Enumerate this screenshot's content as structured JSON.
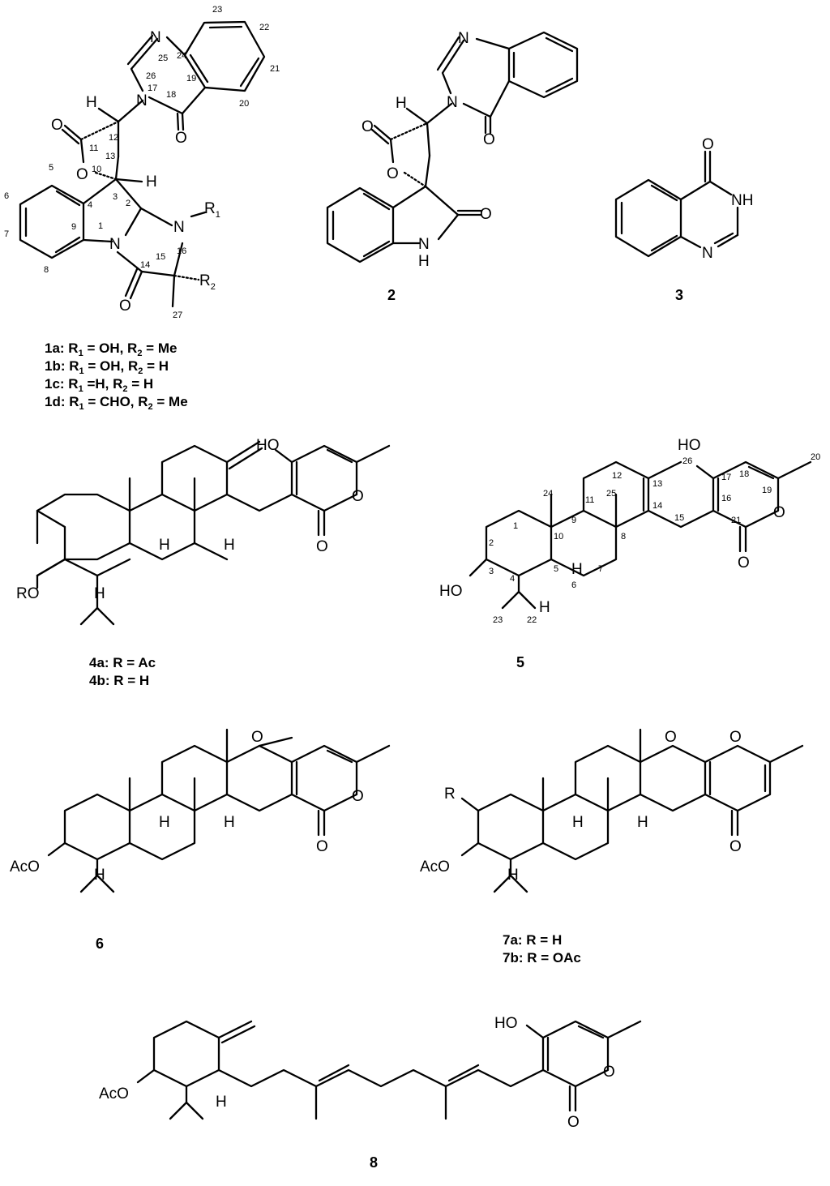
{
  "compounds": {
    "c1": {
      "atoms": {
        "N_top": "N",
        "N17": "N",
        "O18": "O",
        "H12": "H",
        "O11": "O",
        "O10": "O",
        "H2": "H",
        "N1": "N",
        "N16": "N",
        "R1": "R",
        "R1_sub": "1",
        "R2": "R",
        "R2_sub": "2",
        "O14": "O"
      },
      "numbering": {
        "n1": "1",
        "n2": "2",
        "n3": "3",
        "n4": "4",
        "n5": "5",
        "n6": "6",
        "n7": "7",
        "n8": "8",
        "n9": "9",
        "n10": "10",
        "n11": "11",
        "n12": "12",
        "n13": "13",
        "n14": "14",
        "n15": "15",
        "n16": "16",
        "n17": "17",
        "n18": "18",
        "n19": "19",
        "n20": "20",
        "n21": "21",
        "n22": "22",
        "n23": "23",
        "n24": "24",
        "n25": "25",
        "n26": "26",
        "n27": "27"
      },
      "variants": [
        {
          "id": "1a",
          "r1": "OH",
          "r2": "Me"
        },
        {
          "id": "1b",
          "r1": "OH",
          "r2": "H"
        },
        {
          "id": "1c",
          "r1": "H",
          "r2": "H"
        },
        {
          "id": "1d",
          "r1": "CHO",
          "r2": "Me"
        }
      ]
    },
    "c2": {
      "id": "2",
      "atoms": {
        "N_top": "N",
        "N_amide": "N",
        "O_q": "O",
        "H": "H",
        "O_lac": "O",
        "O_ring": "O",
        "O_ox": "O",
        "NH": "N",
        "NH_H": "H"
      }
    },
    "c3": {
      "id": "3",
      "atoms": {
        "O": "O",
        "NH": "NH",
        "N": "N"
      }
    },
    "c4": {
      "atoms": {
        "HO": "HO",
        "O_ring": "O",
        "O_co": "O",
        "RO": "RO",
        "H9": "H",
        "H14": "H",
        "H5": "H"
      },
      "variants": [
        {
          "id": "4a",
          "r": "Ac"
        },
        {
          "id": "4b",
          "r": "H"
        }
      ]
    },
    "c5": {
      "id": "5",
      "atoms": {
        "HO_top": "HO",
        "O_ring": "O",
        "O_co": "O",
        "HO_3": "HO",
        "H9": "H",
        "H5": "H"
      },
      "numbering": {
        "n1": "1",
        "n2": "2",
        "n3": "3",
        "n4": "4",
        "n5": "5",
        "n6": "6",
        "n7": "7",
        "n8": "8",
        "n9": "9",
        "n10": "10",
        "n11": "11",
        "n12": "12",
        "n13": "13",
        "n14": "14",
        "n15": "15",
        "n16": "16",
        "n17": "17",
        "n18": "18",
        "n19": "19",
        "n20": "20",
        "n21": "21",
        "n22": "22",
        "n23": "23",
        "n24": "24",
        "n25": "25",
        "n26": "26"
      }
    },
    "c6": {
      "id": "6",
      "atoms": {
        "O_ether": "O",
        "O_ring": "O",
        "O_co": "O",
        "AcO": "AcO",
        "H9": "H",
        "H14": "H",
        "H5": "H"
      }
    },
    "c7": {
      "atoms": {
        "R": "R",
        "O_ether": "O",
        "O_ring": "O",
        "O_co": "O",
        "AcO": "AcO",
        "H9": "H",
        "H14": "H",
        "H5": "H"
      },
      "variants": [
        {
          "id": "7a",
          "r": "H"
        },
        {
          "id": "7b",
          "r": "OAc"
        }
      ]
    },
    "c8": {
      "id": "8",
      "atoms": {
        "HO": "HO",
        "O_ring": "O",
        "O_co": "O",
        "AcO": "AcO",
        "H": "H"
      }
    }
  },
  "labels": {
    "l1a": {
      "id": "1a",
      "r1": "OH",
      "r2": "Me"
    },
    "l1b": {
      "id": "1b",
      "r1": "OH",
      "r2": "H"
    },
    "l1c": {
      "id": "1c",
      "r1": "H",
      "r2": "H"
    },
    "l1d": {
      "id": "1d",
      "r1": "CHO",
      "r2": "Me"
    },
    "l4a": {
      "id": "4a",
      "r": "Ac"
    },
    "l4b": {
      "id": "4b",
      "r": "H"
    },
    "l7a": {
      "id": "7a",
      "r": "H"
    },
    "l7b": {
      "id": "7b",
      "r": "OAc"
    }
  },
  "compound_ids": {
    "c2": "2",
    "c3": "3",
    "c5": "5",
    "c6": "6",
    "c8": "8"
  }
}
